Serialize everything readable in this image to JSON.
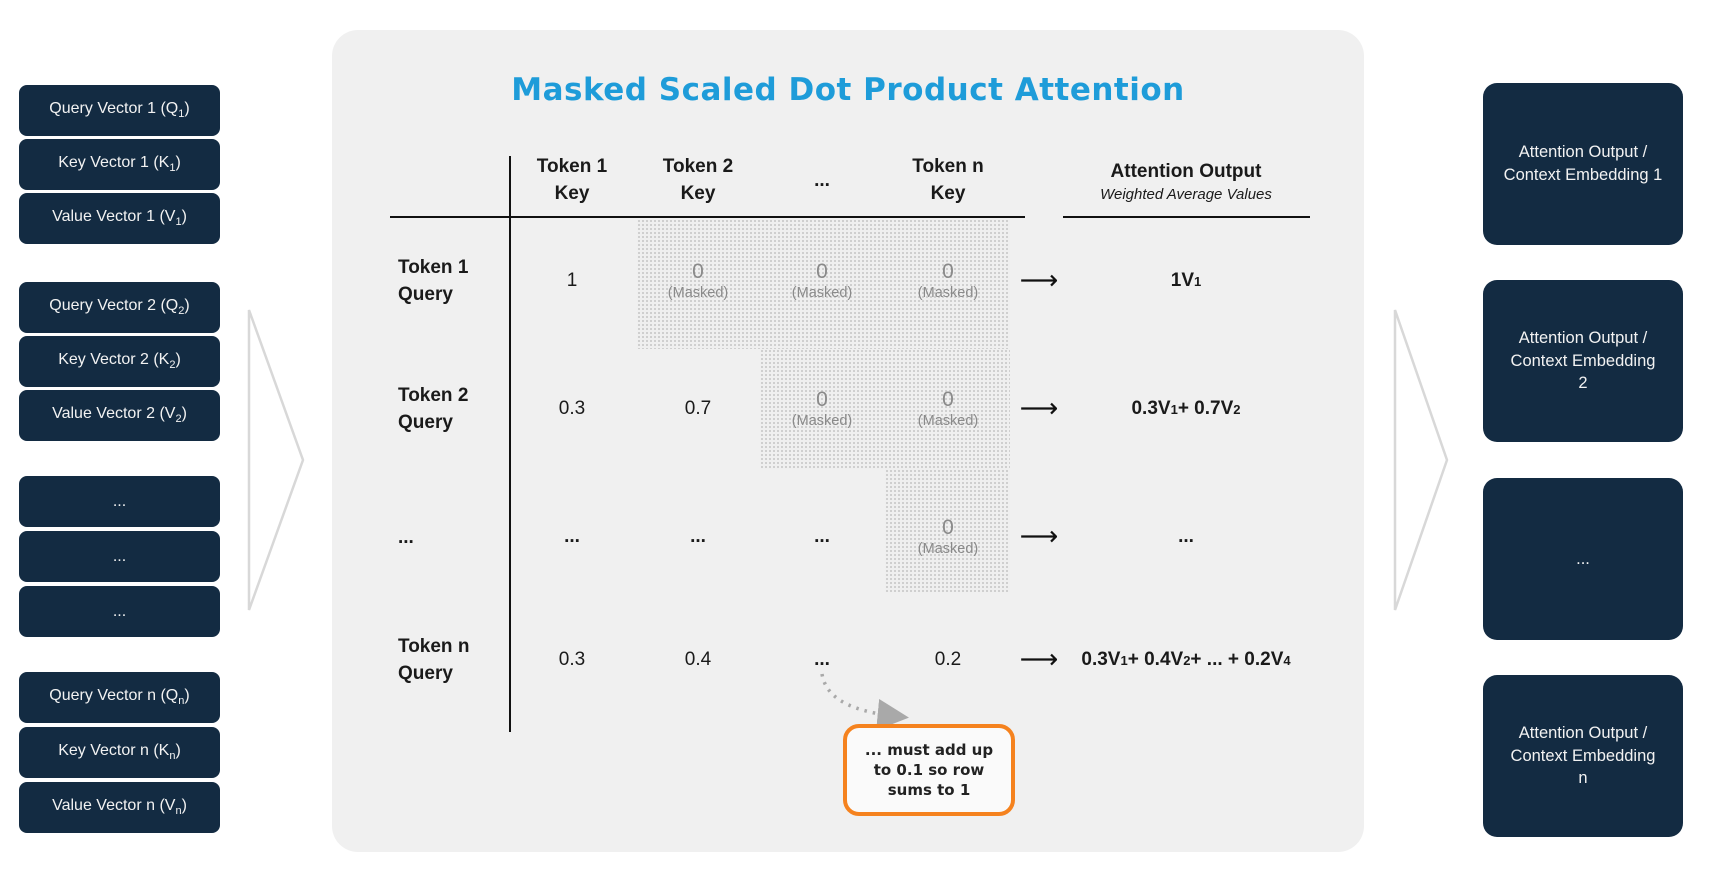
{
  "title": "Masked Scaled Dot Product Attention",
  "colors": {
    "accent_blue": "#1E9CD9",
    "navy_box": "#132B42",
    "panel_gray": "#F0F0F0",
    "callout_orange": "#F5821E",
    "masked_gray": "#8A8A8A"
  },
  "left_column": {
    "groups": [
      {
        "boxes": [
          {
            "pre": "Query Vector 1 (Q",
            "sub": "1",
            "post": ")"
          },
          {
            "pre": "Key Vector 1 (K",
            "sub": "1",
            "post": ")"
          },
          {
            "pre": "Value Vector 1 (V",
            "sub": "1",
            "post": ")"
          }
        ]
      },
      {
        "boxes": [
          {
            "pre": "Query Vector 2 (Q",
            "sub": "2",
            "post": ")"
          },
          {
            "pre": "Key Vector 2 (K",
            "sub": "2",
            "post": ")"
          },
          {
            "pre": "Value Vector 2 (V",
            "sub": "2",
            "post": ")"
          }
        ]
      },
      {
        "boxes": [
          {
            "pre": "...",
            "sub": "",
            "post": ""
          },
          {
            "pre": "...",
            "sub": "",
            "post": ""
          },
          {
            "pre": "...",
            "sub": "",
            "post": ""
          }
        ]
      },
      {
        "boxes": [
          {
            "pre": "Query Vector n (Q",
            "sub": "n",
            "post": ")"
          },
          {
            "pre": "Key Vector n (K",
            "sub": "n",
            "post": ")"
          },
          {
            "pre": "Value Vector n (V",
            "sub": "n",
            "post": ")"
          }
        ]
      }
    ]
  },
  "table": {
    "col_headers": [
      {
        "line1": "Token 1",
        "line2": "Key"
      },
      {
        "line1": "Token 2",
        "line2": "Key"
      },
      {
        "line1": "...",
        "line2": ""
      },
      {
        "line1": "Token n",
        "line2": "Key"
      }
    ],
    "output_header": {
      "title": "Attention Output",
      "subtitle": "Weighted Average Values"
    },
    "rows": [
      {
        "label": {
          "line1": "Token 1",
          "line2": "Query"
        },
        "cells": [
          {
            "value": "1"
          },
          {
            "value": "0",
            "masked": "(Masked)"
          },
          {
            "value": "0",
            "masked": "(Masked)"
          },
          {
            "value": "0",
            "masked": "(Masked)"
          }
        ],
        "arrow": "⟶",
        "output": {
          "p1": "1V",
          "s1": "1",
          "p2": "",
          "s2": "",
          "p3": "",
          "s3": ""
        }
      },
      {
        "label": {
          "line1": "Token 2",
          "line2": "Query"
        },
        "cells": [
          {
            "value": "0.3"
          },
          {
            "value": "0.7"
          },
          {
            "value": "0",
            "masked": "(Masked)"
          },
          {
            "value": "0",
            "masked": "(Masked)"
          }
        ],
        "arrow": "⟶",
        "output": {
          "p1": "0.3V",
          "s1": "1",
          "p2": " + 0.7V",
          "s2": "2",
          "p3": "",
          "s3": ""
        }
      },
      {
        "label": {
          "line1": "...",
          "line2": ""
        },
        "cells": [
          {
            "value": "..."
          },
          {
            "value": "..."
          },
          {
            "value": "..."
          },
          {
            "value": "0",
            "masked": "(Masked)"
          }
        ],
        "arrow": "⟶",
        "output": {
          "p1": "...",
          "s1": "",
          "p2": "",
          "s2": "",
          "p3": "",
          "s3": ""
        }
      },
      {
        "label": {
          "line1": "Token n",
          "line2": "Query"
        },
        "cells": [
          {
            "value": "0.3"
          },
          {
            "value": "0.4"
          },
          {
            "value": "..."
          },
          {
            "value": "0.2"
          }
        ],
        "arrow": "⟶",
        "output": {
          "p1": "0.3V",
          "s1": "1",
          "p2": " + 0.4V",
          "s2": "2",
          "p3": "+ ... + 0.2V",
          "s3": "4"
        }
      }
    ]
  },
  "callout": {
    "line1": "... must add up",
    "line2": "to 0.1 so row",
    "line3": "sums to 1"
  },
  "right_column": {
    "boxes": [
      {
        "line1": "Attention Output /",
        "line2": "Context Embedding 1",
        "line3": ""
      },
      {
        "line1": "Attention Output /",
        "line2": "Context Embedding",
        "line3": "2"
      },
      {
        "line1": "...",
        "line2": "",
        "line3": ""
      },
      {
        "line1": "Attention Output /",
        "line2": "Context Embedding",
        "line3": "n"
      }
    ]
  }
}
